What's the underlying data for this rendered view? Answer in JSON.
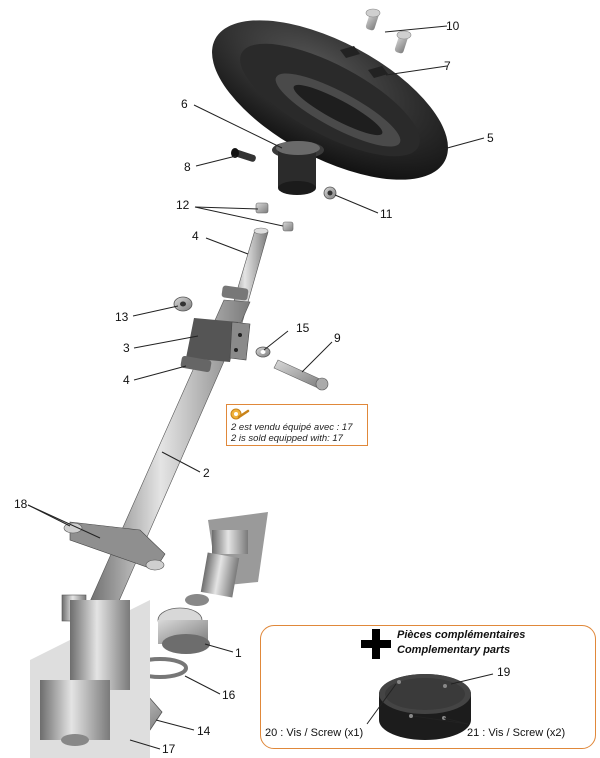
{
  "callouts": {
    "c10": "10",
    "c7": "7",
    "c6": "6",
    "c5": "5",
    "c8": "8",
    "c12": "12",
    "c11": "11",
    "c4a": "4",
    "c13": "13",
    "c15": "15",
    "c9": "9",
    "c3": "3",
    "c4b": "4",
    "c2": "2",
    "c18": "18",
    "c1": "1",
    "c16": "16",
    "c14": "14",
    "c17": "17"
  },
  "note": {
    "line1": "2 est vendu équipé avec : 17",
    "line2": "2 is sold equipped with: 17",
    "icon": "wrench-badge-icon"
  },
  "complementary": {
    "title_fr": "Pièces complémentaires",
    "title_en": "Complementary parts",
    "part19": "19",
    "part20": "20 : Vis / Screw (x1)",
    "part21": "21 : Vis / Screw (x2)",
    "icon": "plus-icon"
  },
  "colors": {
    "accent": "#e0883a",
    "metal": "#b8b8b8",
    "dark": "#1a1a1a"
  }
}
